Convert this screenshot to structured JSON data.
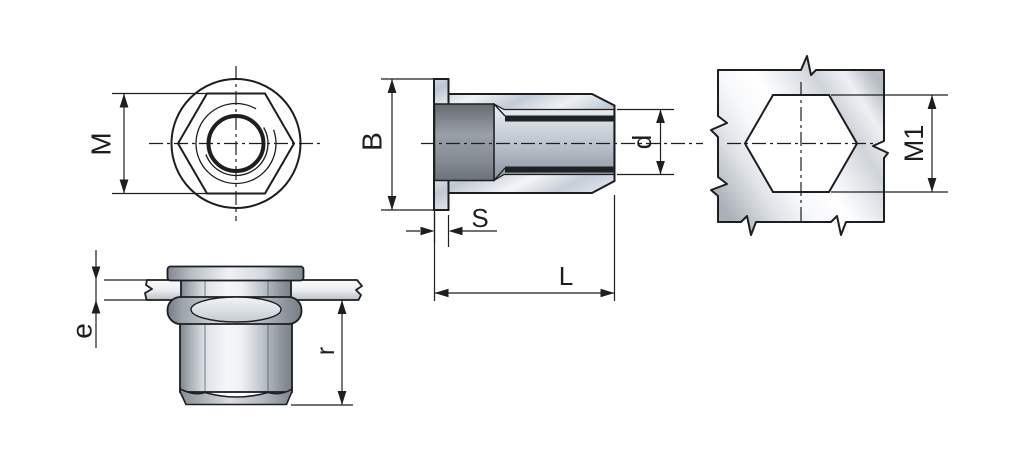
{
  "drawing": {
    "labels": {
      "m": "M",
      "b": "B",
      "d": "d",
      "s": "S",
      "l": "L",
      "m1": "M1",
      "e": "e",
      "r": "r"
    }
  },
  "colors": {
    "background": "#ffffff",
    "line": "#1c1e21",
    "metal-base": "#c2cbd5",
    "metal-light": "#f3f5f8",
    "metal-dark": "#7e848b",
    "counterbore": "#8a8f97",
    "thread-dark": "#1f2125"
  }
}
